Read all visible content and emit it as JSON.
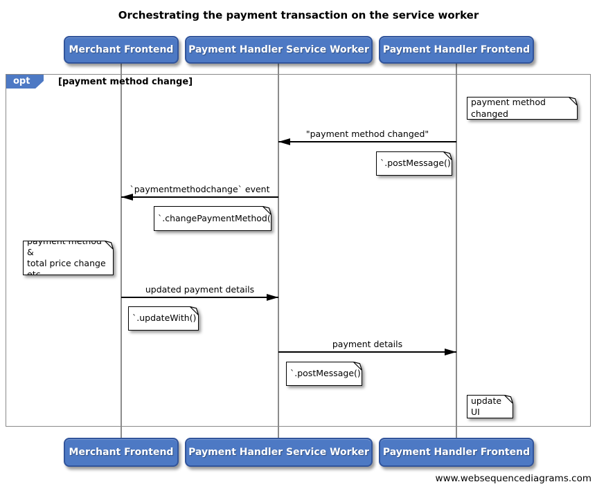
{
  "diagram": {
    "title": "Orchestrating the payment transaction on the service worker",
    "watermark": "www.websequencediagrams.com"
  },
  "actors": [
    {
      "label": "Merchant Frontend"
    },
    {
      "label": "Payment Handler Service Worker"
    },
    {
      "label": "Payment Handler Frontend"
    }
  ],
  "fragment": {
    "operator": "opt",
    "guard": "[payment method change]"
  },
  "messages": [
    {
      "label": "\"payment method changed\"",
      "from": "Payment Handler Frontend",
      "to": "Payment Handler Service Worker",
      "direction": "left"
    },
    {
      "label": "`paymentmethodchange` event",
      "from": "Payment Handler Service Worker",
      "to": "Merchant Frontend",
      "direction": "left"
    },
    {
      "label": "updated payment details",
      "from": "Merchant Frontend",
      "to": "Payment Handler Service Worker",
      "direction": "right"
    },
    {
      "label": "payment details",
      "from": "Payment Handler Service Worker",
      "to": "Payment Handler Frontend",
      "direction": "right"
    }
  ],
  "notes": [
    {
      "text": "payment method changed"
    },
    {
      "text": "`.postMessage()`"
    },
    {
      "text": "`.changePaymentMethod()`"
    },
    {
      "text": "payment method &\ntotal price change etc"
    },
    {
      "text": "`.updateWith()`"
    },
    {
      "text": "`.postMessage()`"
    },
    {
      "text": "update UI"
    }
  ],
  "colors": {
    "actor_fill": "#4d79c4",
    "actor_border": "#31549b",
    "frame_border": "#888888",
    "lifeline": "#8b8b8b",
    "message_line": "#000000"
  }
}
